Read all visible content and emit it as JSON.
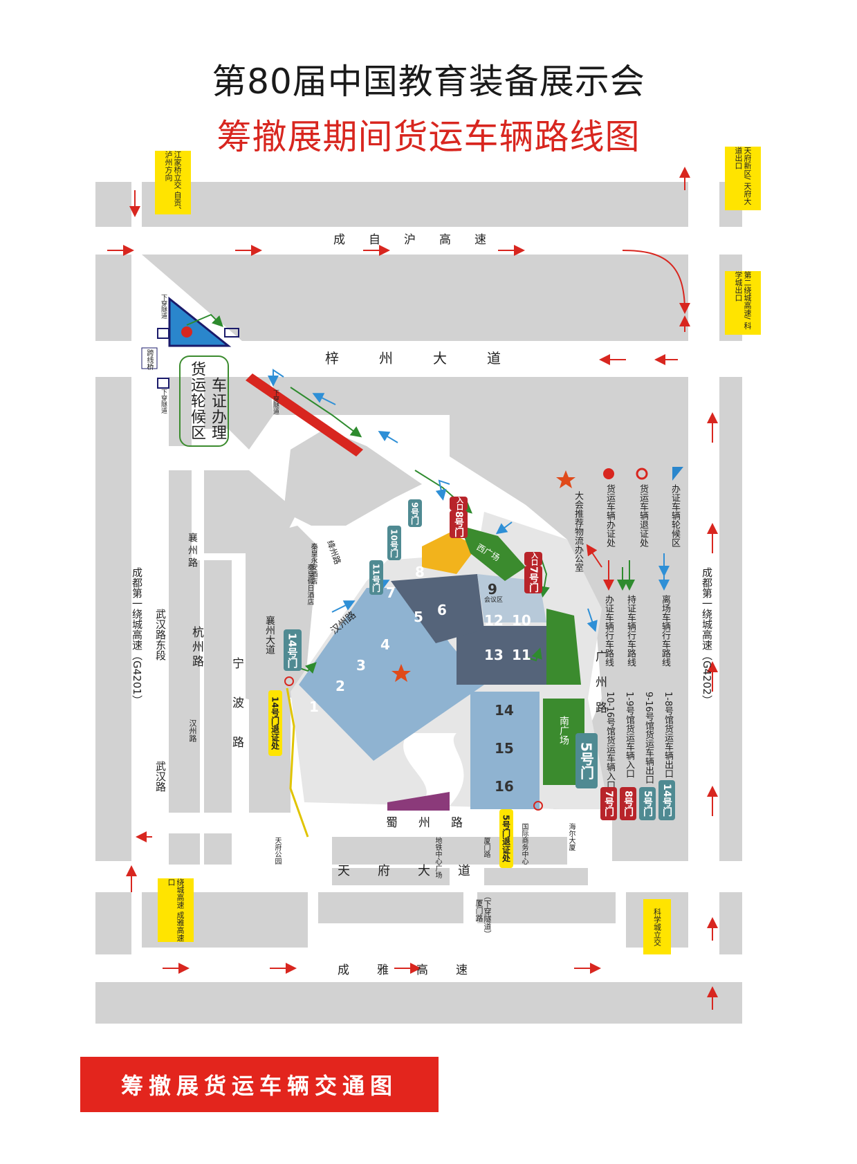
{
  "title": "第80届中国教育装备展示会",
  "subtitle": "筹撤展期间货运车辆路线图",
  "banner": "筹撤展货运车辆交通图",
  "roads": {
    "chengzihu": "成自沪高速",
    "zizhou": "梓州大道",
    "tianfu": "天府大道",
    "chengya": "成雅高速",
    "shuzhou": "蜀州路",
    "guangzhou": "广州路",
    "ningbo": "宁波路",
    "hangzhou": "杭州路",
    "wuhandong": "武汉路东段",
    "wuhan": "武汉路",
    "hanzhou": "汉州路",
    "xiangzhou": "襄州路",
    "xiangzhou_ave": "襄州大道",
    "hanzhou_road": "汉州路",
    "jiangzhou": "绛州路",
    "ring_left": "成都第一绕城高速（G4201）",
    "ring_right": "成都第一绕城高速（G4202）",
    "xiamen": "厦门路",
    "xiamen_tunnel": "（下穿隧道）",
    "tunnel": "下穿隧道",
    "overpass": "跨线桥"
  },
  "signs": {
    "jiangjiaqiao": "江家桥立交 自贡、泸州方向",
    "tianfu_new": "天府新区/ 天府大道出口",
    "second_ring": "第二绕城高速/ 科学城出口",
    "ring_chengya": "绕城高速 成雅高速口",
    "kexuecheng": "科学城立交"
  },
  "places": {
    "waiting": "货运轮候区",
    "permit": "车证办理",
    "hotel1": "秦皇假日酒店",
    "hotel2": "秦皇永安酒店",
    "meeting": "会议区",
    "south_plaza": "南广场",
    "west_plaza": "西广场",
    "tianfu_park": "天府公园",
    "metro_plaza": "地铁中心广场",
    "intl_center": "国际商务中心",
    "haichuang": "海尔大厦",
    "xiamen_label": "厦门路"
  },
  "gates": {
    "g5": "5号门",
    "g7": "7号门",
    "g8": "8号门",
    "g9": "9号门",
    "g10": "10号门",
    "g11": "11号门",
    "g14": "14号门",
    "entry": "入口",
    "exit14": "14号门退证处",
    "exit5": "5号门退证处"
  },
  "halls": [
    "1",
    "2",
    "3",
    "4",
    "5",
    "6",
    "7",
    "8",
    "9",
    "10",
    "11",
    "12",
    "13",
    "14",
    "15",
    "16"
  ],
  "legend": {
    "office": "大会推荐物流办公室",
    "permit_office": "货运车辆办证处",
    "return_office": "货运车辆退证处",
    "waiting": "办证车辆轮候区",
    "route_red": "办证车辆行车路线",
    "route_green": "持证车辆行车路线",
    "route_blue": "离场车辆行车路线",
    "entry_10_16": "10-16号馆货运车辆入口",
    "entry_1_9": "1-9号馆货运车辆入口",
    "exit_9_16": "9-16号馆货运车辆出口",
    "exit_1_8": "1-8号馆货运车辆出口",
    "g7": "7号门",
    "g8": "8号门",
    "g5": "5号门",
    "g14": "14号门"
  },
  "colors": {
    "title_red": "#d8261f",
    "block_gray": "#d2d2d2",
    "hall_blue": "#8fb3d1",
    "hall_dark": "#55647a",
    "green": "#3b8b2e",
    "gate_red": "#b8242a",
    "gate_teal": "#4f8a92",
    "banner_red": "#e3251d",
    "sign_yellow": "#ffe400"
  }
}
